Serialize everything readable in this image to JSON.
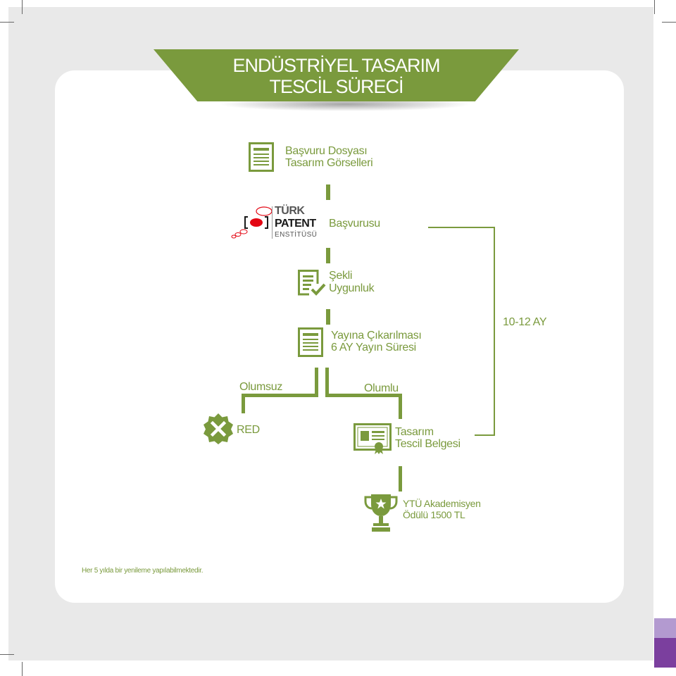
{
  "title": {
    "line1": "ENDÜSTRİYEL TASARIM",
    "line2": "TESCİL SÜRECİ"
  },
  "steps": {
    "application_file": {
      "line1": "Başvuru Dosyası",
      "line2": "Tasarım Görselleri",
      "icon": "document-icon"
    },
    "application": {
      "label": "Başvurusu",
      "logo": {
        "line1": "TÜRK",
        "line2": "PATENT",
        "line3": "ENSTİTÜSÜ"
      }
    },
    "formal_check": {
      "line1": "Şekli",
      "line2": "Uygunluk",
      "icon": "checklist-icon"
    },
    "publication": {
      "line1": "Yayına Çıkarılması",
      "line2": "6 AY Yayın Süresi",
      "icon": "document-icon"
    },
    "certificate": {
      "line1": "Tasarım",
      "line2": "Tescil Belgesi",
      "icon": "certificate-icon"
    },
    "award": {
      "line1": "YTÜ Akademisyen",
      "line2": "Ödülü 1500 TL",
      "icon": "trophy-icon"
    }
  },
  "branches": {
    "negative": "Olumsuz",
    "positive": "Olumlu"
  },
  "rejection": {
    "label": "RED",
    "icon": "x-badge-icon"
  },
  "duration": "10-12 AY",
  "footnote": "Her 5 yılda bir yenileme yapılabilmektedir.",
  "colors": {
    "accent": "#7a9a3d",
    "logo_red": "#e30613"
  }
}
